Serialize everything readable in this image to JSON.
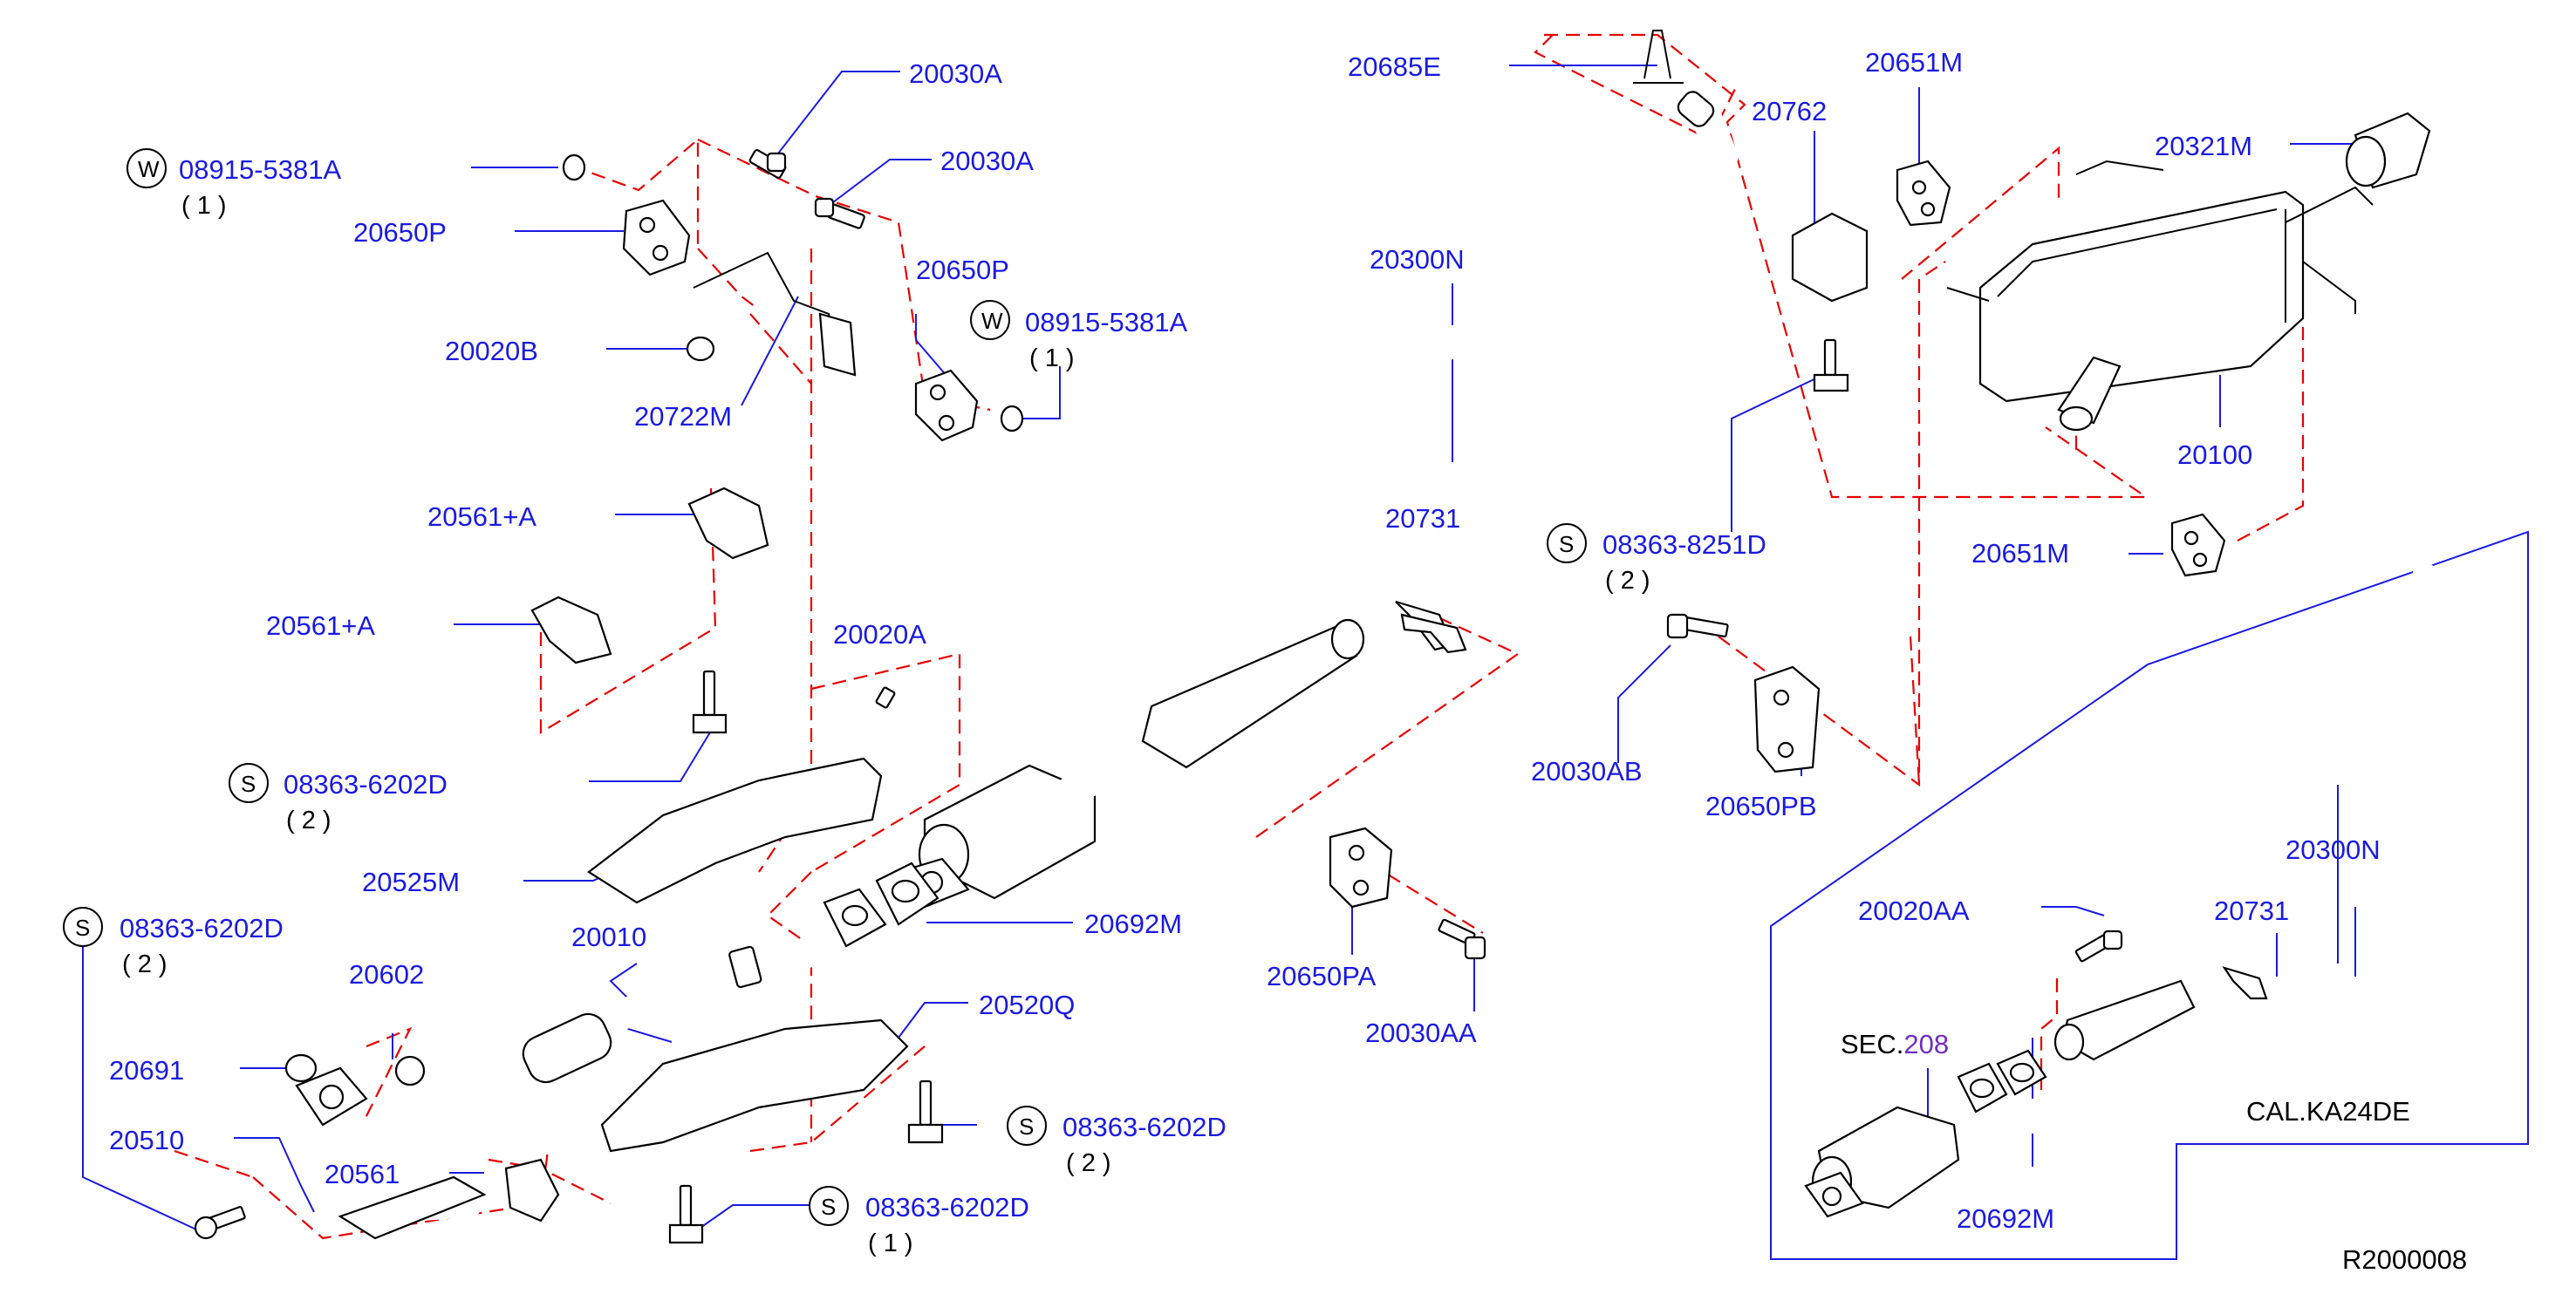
{
  "diagram_id": "R2000008",
  "inset_caption": "CAL.KA24DE",
  "sec_ref": {
    "prefix": "SEC.",
    "number": "208"
  },
  "colors": {
    "label": "#1a1ae0",
    "phantom_line": "#e60000",
    "part_line": "#000000",
    "sec_number": "#7030c0"
  },
  "parts": {
    "p20030A_1": "20030A",
    "p20030A_2": "20030A",
    "p08915_a": "08915-5381A",
    "p08915_a_qty": "( 1 )",
    "p08915_b": "08915-5381A",
    "p08915_b_qty": "( 1 )",
    "p20650P_a": "20650P",
    "p20650P_b": "20650P",
    "p20020B": "20020B",
    "p20722M": "20722M",
    "p20561A_1": "20561+A",
    "p20561A_2": "20561+A",
    "p20020A": "20020A",
    "p08363_6202D_a": "08363-6202D",
    "p08363_6202D_a_qty": "( 2 )",
    "p20525M": "20525M",
    "p08363_6202D_b": "08363-6202D",
    "p08363_6202D_b_qty": "( 2 )",
    "p20010": "20010",
    "p20602": "20602",
    "p20691": "20691",
    "p20510": "20510",
    "p20561": "20561",
    "p20692M_a": "20692M",
    "p20520Q": "20520Q",
    "p08363_6202D_c": "08363-6202D",
    "p08363_6202D_c_qty": "( 2 )",
    "p08363_6202D_d": "08363-6202D",
    "p08363_6202D_d_qty": "( 1 )",
    "p20685E": "20685E",
    "p20300N_a": "20300N",
    "p20731_a": "20731",
    "p20762": "20762",
    "p20651M_a": "20651M",
    "p20321M": "20321M",
    "p20100": "20100",
    "p20651M_b": "20651M",
    "p08363_8251D": "08363-8251D",
    "p08363_8251D_qty": "( 2 )",
    "p20030AB": "20030AB",
    "p20650PB": "20650PB",
    "p20650PA": "20650PA",
    "p20030AA": "20030AA",
    "p20020AA": "20020AA",
    "p20731_b": "20731",
    "p20300N_b": "20300N",
    "p20692M_b": "20692M"
  },
  "symbols": {
    "washer": "W",
    "screw": "S"
  }
}
